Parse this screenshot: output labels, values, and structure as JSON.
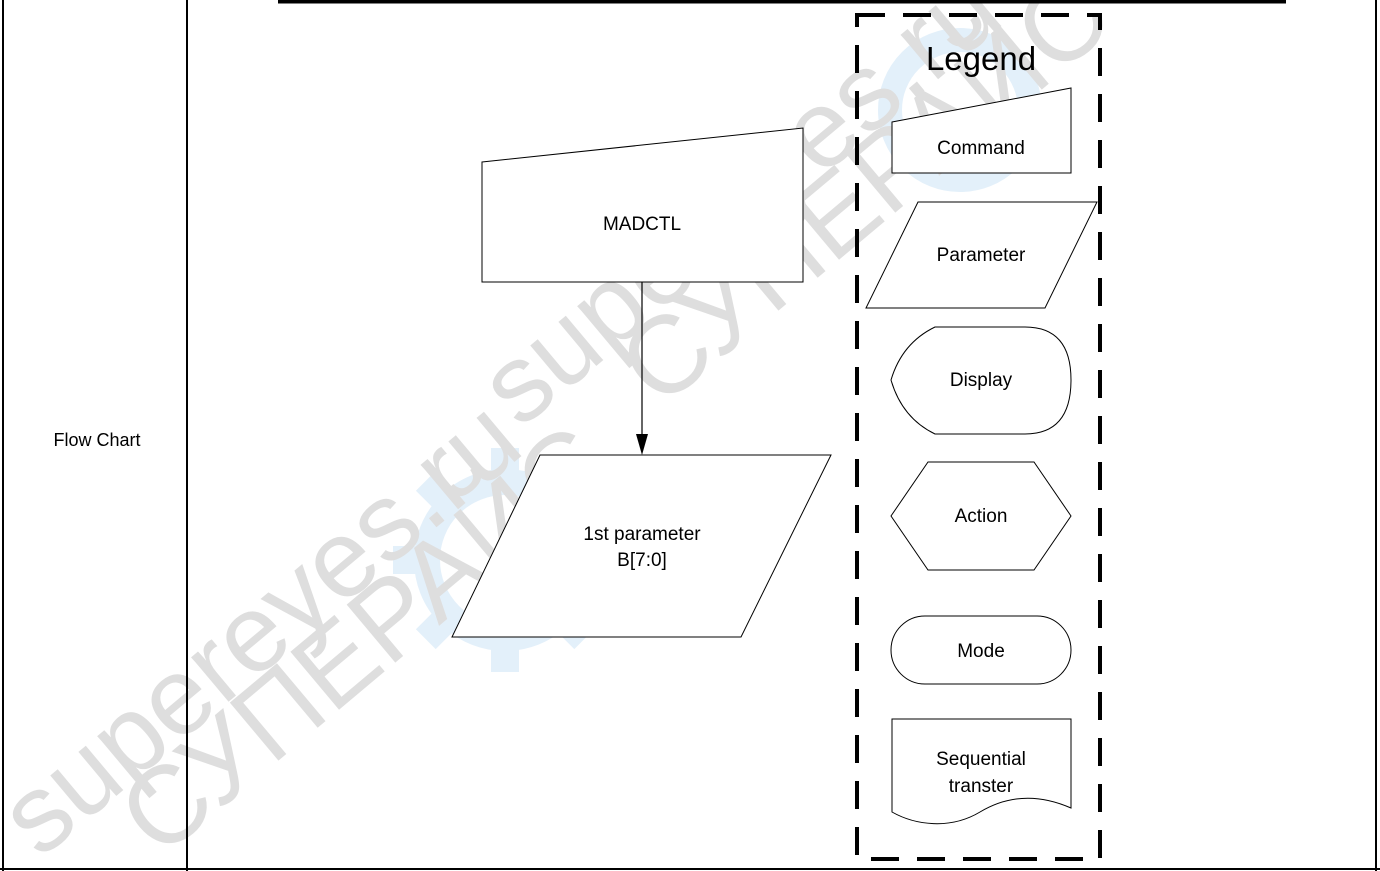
{
  "row_label": "Flow Chart",
  "diagram": {
    "command_box": "MADCTL",
    "parameter_box": {
      "line1": "1st parameter",
      "line2": "B[7:0]"
    }
  },
  "legend": {
    "title": "Legend",
    "items": {
      "command": "Command",
      "parameter": "Parameter",
      "display": "Display",
      "action": "Action",
      "mode": "Mode",
      "sequential_line1": "Sequential",
      "sequential_line2": "transter"
    }
  },
  "watermark": {
    "text_latin": "supereyes.ru",
    "text_cyrillic": "СУПЕРАЙС"
  }
}
